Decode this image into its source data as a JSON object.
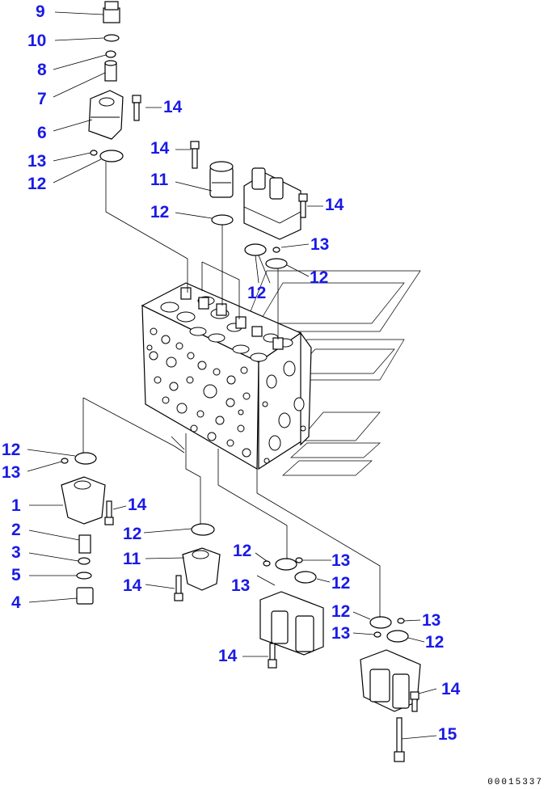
{
  "diagram": {
    "callouts": [
      "9",
      "10",
      "8",
      "7",
      "14",
      "6",
      "13",
      "12",
      "14",
      "11",
      "12",
      "14",
      "13",
      "12",
      "12",
      "12",
      "13",
      "1",
      "14",
      "2",
      "12",
      "3",
      "11",
      "5",
      "14",
      "4",
      "12",
      "13",
      "13",
      "12",
      "12",
      "13",
      "14",
      "12",
      "14",
      "15"
    ],
    "drawing_code": "00015337"
  }
}
